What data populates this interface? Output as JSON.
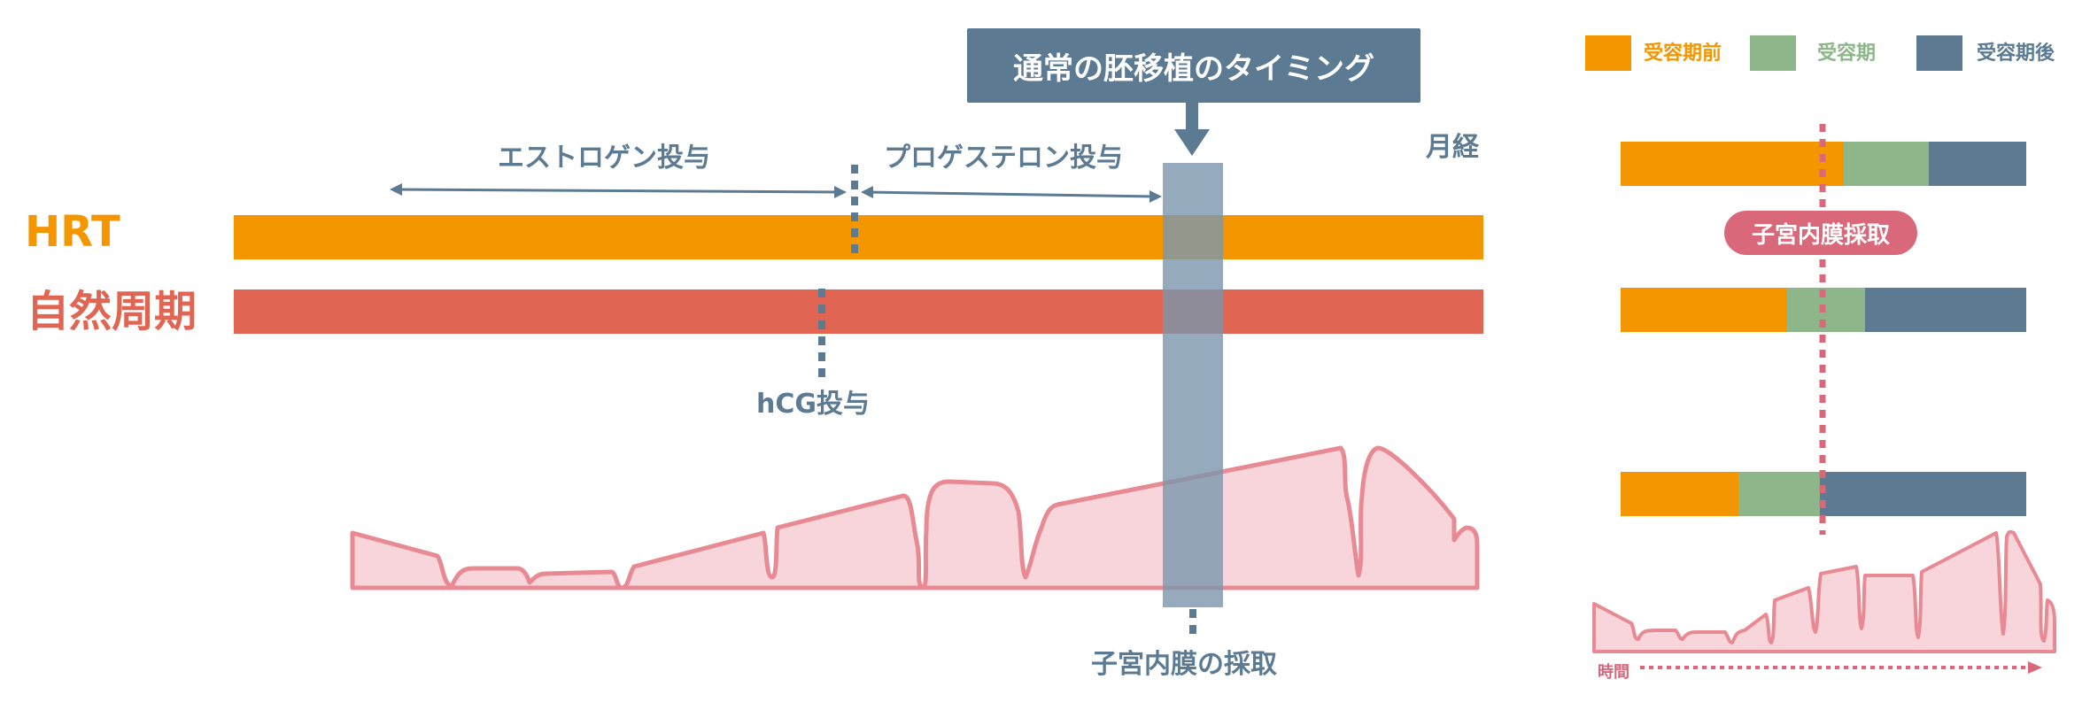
{
  "title_box": "通常の胚移植のタイミング",
  "rows": {
    "hrt": "HRT",
    "natural": "自然周期"
  },
  "labels": {
    "estrogen": "エストロゲン投与",
    "progesterone": "プロゲステロン投与",
    "menses": "月経",
    "hcg": "hCG投与",
    "biopsy": "子宮内膜の採取"
  },
  "legend": {
    "pre": "受容期前",
    "window": "受容期",
    "post": "受容期後"
  },
  "side_panel": {
    "biopsy_tag": "子宮内膜採取",
    "time_axis": "時間",
    "bars": [
      {
        "pre": 0.55,
        "window": 0.21,
        "post": 0.24
      },
      {
        "pre": 0.41,
        "window": 0.19,
        "post": 0.4
      },
      {
        "pre": 0.29,
        "window": 0.2,
        "post": 0.51
      }
    ]
  },
  "colors": {
    "orange": "#f39600",
    "red": "#e06552",
    "green": "#8db78a",
    "slate": "#5c7b92",
    "pink": "#d9687a",
    "pink_fill": "#f3b9c1",
    "column": "#7b96ad"
  }
}
